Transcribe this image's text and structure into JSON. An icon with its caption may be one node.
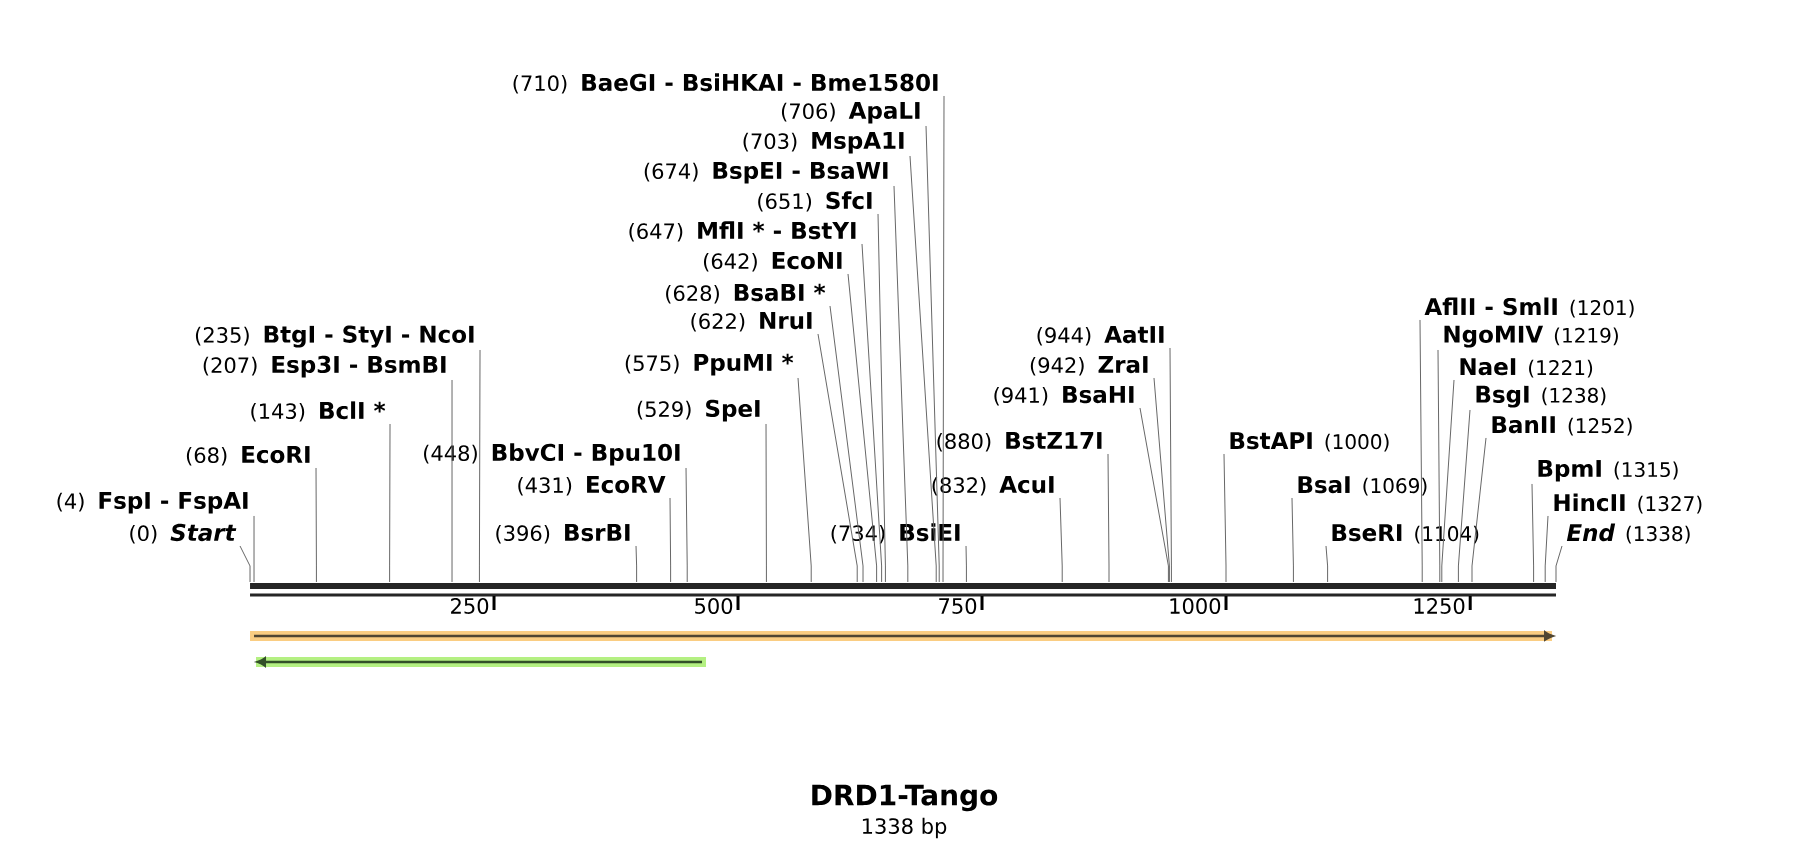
{
  "diagram": {
    "title": "DRD1-Tango",
    "caption": "1338 bp",
    "nodes": [
      {
        "text": [
          "(710)",
          "BaeGI - BsiHKAI - Bme1580I"
        ]
      },
      {
        "text": [
          "(706)",
          "ApaLI"
        ]
      },
      {
        "text": [
          "(703)",
          "MspA1I"
        ]
      },
      {
        "text": [
          "(674)",
          "BspEI - BsaWI"
        ]
      },
      {
        "text": [
          "(651)",
          "SfcI"
        ]
      },
      {
        "text": [
          "(647)",
          "MflI * - BstYI"
        ]
      },
      {
        "text": [
          "(642)",
          "EcoNI"
        ]
      },
      {
        "text": [
          "(628)",
          "BsaBI *"
        ]
      },
      {
        "text": [
          "AflII - SmlI",
          "(1201)"
        ]
      },
      {
        "text": [
          "(622)",
          "NruI"
        ]
      },
      {
        "text": [
          "(944)",
          "AatII"
        ]
      },
      {
        "text": [
          "(235)",
          "BtgI - StyI - NcoI"
        ]
      },
      {
        "text": [
          "NgoMIV",
          "(1219)"
        ]
      },
      {
        "text": [
          "(207)",
          "Esp3I - BsmBI"
        ]
      },
      {
        "text": [
          "(575)",
          "PpuMI *"
        ]
      },
      {
        "text": [
          "(942)",
          "ZraI"
        ]
      },
      {
        "text": [
          "NaeI",
          "(1221)"
        ]
      },
      {
        "text": [
          "(941)",
          "BsaHI"
        ]
      },
      {
        "text": [
          "BsgI",
          "(1238)"
        ]
      },
      {
        "text": [
          "(143)",
          "BclI *"
        ]
      },
      {
        "text": [
          "(529)",
          "SpeI"
        ]
      },
      {
        "text": [
          "BanII",
          "(1252)"
        ]
      },
      {
        "text": [
          "(880)",
          "BstZ17I"
        ]
      },
      {
        "text": [
          "BstAPI",
          "(1000)"
        ]
      },
      {
        "text": [
          "(68)",
          "EcoRI"
        ]
      },
      {
        "text": [
          "(448)",
          "BbvCI - Bpu10I"
        ]
      },
      {
        "text": [
          "BpmI",
          "(1315)"
        ]
      },
      {
        "text": [
          "(431)",
          "EcoRV"
        ]
      },
      {
        "text": [
          "(832)",
          "AcuI"
        ]
      },
      {
        "text": [
          "BsaI",
          "(1069)"
        ]
      },
      {
        "text": [
          "(4)",
          "FspI - FspAI"
        ]
      },
      {
        "text": [
          "HincII",
          "(1327)"
        ]
      },
      {
        "text": [
          "(0)",
          "Start"
        ]
      },
      {
        "text": [
          "(396)",
          "BsrBI"
        ]
      },
      {
        "text": [
          "(734)",
          "BsiEI"
        ]
      },
      {
        "text": [
          "BseRI",
          "(1104)"
        ]
      },
      {
        "text": [
          "End",
          "(1338)"
        ]
      },
      {
        "text": [],
        "shape": "bar"
      }
    ],
    "edges": [
      {
        "from": 0,
        "to": 37,
        "arrow": "none"
      },
      {
        "from": 1,
        "to": 37,
        "arrow": "none"
      },
      {
        "from": 2,
        "to": 37,
        "arrow": "none"
      },
      {
        "from": 3,
        "to": 37,
        "arrow": "none"
      },
      {
        "from": 4,
        "to": 37,
        "arrow": "none"
      },
      {
        "from": 5,
        "to": 37,
        "arrow": "none"
      },
      {
        "from": 6,
        "to": 37,
        "arrow": "none"
      },
      {
        "from": 7,
        "to": 37,
        "arrow": "none"
      },
      {
        "from": 8,
        "to": 37,
        "arrow": "none"
      },
      {
        "from": 9,
        "to": 37,
        "arrow": "none"
      },
      {
        "from": 10,
        "to": 37,
        "arrow": "none"
      },
      {
        "from": 11,
        "to": 37,
        "arrow": "none"
      },
      {
        "from": 12,
        "to": 37,
        "arrow": "none"
      },
      {
        "from": 13,
        "to": 37,
        "arrow": "none"
      },
      {
        "from": 14,
        "to": 37,
        "arrow": "none"
      },
      {
        "from": 15,
        "to": 37,
        "arrow": "none"
      },
      {
        "from": 16,
        "to": 37,
        "arrow": "none"
      },
      {
        "from": 17,
        "to": 37,
        "arrow": "none"
      },
      {
        "from": 18,
        "to": 37,
        "arrow": "none"
      },
      {
        "from": 19,
        "to": 37,
        "arrow": "none"
      },
      {
        "from": 20,
        "to": 37,
        "arrow": "none"
      },
      {
        "from": 21,
        "to": 37,
        "arrow": "none"
      },
      {
        "from": 22,
        "to": 37,
        "arrow": "none"
      },
      {
        "from": 23,
        "to": 37,
        "arrow": "none"
      },
      {
        "from": 24,
        "to": 37,
        "arrow": "none"
      },
      {
        "from": 25,
        "to": 37,
        "arrow": "none"
      },
      {
        "from": 26,
        "to": 37,
        "arrow": "none"
      },
      {
        "from": 27,
        "to": 37,
        "arrow": "none"
      },
      {
        "from": 28,
        "to": 37,
        "arrow": "none"
      },
      {
        "from": 29,
        "to": 37,
        "arrow": "none"
      },
      {
        "from": 30,
        "to": 37,
        "arrow": "none"
      },
      {
        "from": 31,
        "to": 37,
        "arrow": "none"
      },
      {
        "from": 32,
        "to": 37,
        "arrow": "none"
      },
      {
        "from": 33,
        "to": 37,
        "arrow": "none"
      },
      {
        "from": 34,
        "to": 37,
        "arrow": "none"
      },
      {
        "from": 35,
        "to": 37,
        "arrow": "none"
      },
      {
        "from": 36,
        "to": 37,
        "arrow": "none"
      }
    ],
    "labels": [
      "250",
      "500",
      "750",
      "1000",
      "1250"
    ]
  }
}
